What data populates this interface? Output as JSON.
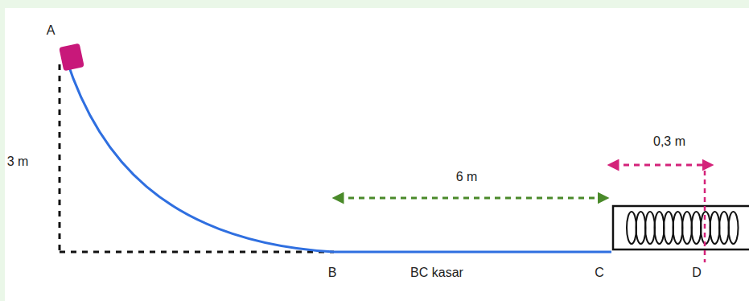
{
  "diagram": {
    "labels": [
      "A",
      "3 m",
      "6 m",
      "B",
      "BC kasar",
      "C",
      "D",
      "0,3 m"
    ]
  }
}
